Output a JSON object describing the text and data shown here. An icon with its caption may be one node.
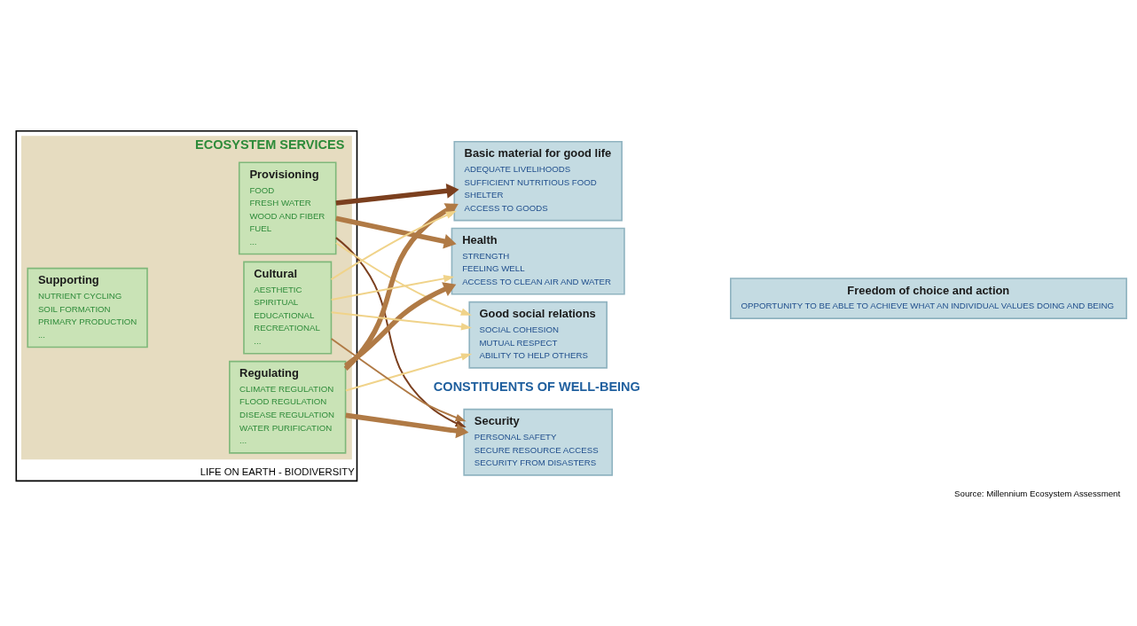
{
  "diagram": {
    "caption": "Source: Millennium Ecosystem Assessment",
    "nodes": [
      {
        "text": [
          "LIFE ON EARTH - BIODIVERSITY"
        ]
      },
      {
        "text": [
          "ECOSYSTEM SERVICES"
        ],
        "in": 0
      },
      {
        "text": [
          "Supporting",
          "NUTRIENT CYCLING",
          "SOIL FORMATION",
          "PRIMARY PRODUCTION",
          "..."
        ],
        "in": 1
      },
      {
        "text": [
          "Provisioning",
          "FOOD",
          "FRESH WATER",
          "WOOD AND FIBER",
          "FUEL",
          "..."
        ],
        "in": 1
      },
      {
        "text": [
          "Regulating",
          "CLIMATE REGULATION",
          "FLOOD REGULATION",
          "DISEASE REGULATION",
          "WATER PURIFICATION",
          "..."
        ],
        "in": 1
      },
      {
        "text": [
          "Cultural",
          "AESTHETIC",
          "SPIRITUAL",
          "EDUCATIONAL",
          "RECREATIONAL",
          "..."
        ],
        "in": 1
      },
      {
        "text": [
          "Security",
          "PERSONAL SAFETY",
          "SECURE RESOURCE ACCESS",
          "SECURITY FROM DISASTERS"
        ]
      },
      {
        "text": [
          "Basic material for good life",
          "ADEQUATE LIVELIHOODS",
          "SUFFICIENT NUTRITIOUS FOOD",
          "SHELTER",
          "ACCESS TO GOODS"
        ]
      },
      {
        "text": [
          "Health",
          "STRENGTH",
          "FEELING WELL",
          "ACCESS TO CLEAN AIR AND WATER"
        ]
      },
      {
        "text": [
          "Good social relations",
          "SOCIAL COHESION",
          "MUTUAL RESPECT",
          "ABILITY TO HELP OTHERS"
        ]
      },
      {
        "text": [
          "Freedom of choice and action",
          "OPPORTUNITY TO BE ABLE TO ACHIEVE WHAT AN INDIVIDUAL VALUES DOING AND BEING"
        ]
      }
    ],
    "edges": [
      {
        "from": 3,
        "to": 6,
        "arrow": "to",
        "color": "#7b3f1e"
      },
      {
        "from": 3,
        "to": 7,
        "arrow": "to",
        "style": "thick",
        "color": "#7b3f1e"
      },
      {
        "from": 3,
        "to": 8,
        "arrow": "to",
        "style": "thick",
        "color": "#b07a45"
      },
      {
        "from": 3,
        "to": 9,
        "arrow": "to",
        "color": "#f0d38a"
      },
      {
        "from": 4,
        "to": 6,
        "arrow": "to",
        "style": "thick",
        "color": "#b07a45"
      },
      {
        "from": 4,
        "to": 7,
        "arrow": "to",
        "style": "thick",
        "color": "#b07a45"
      },
      {
        "from": 4,
        "to": 8,
        "arrow": "to",
        "style": "thick",
        "color": "#b07a45"
      },
      {
        "from": 4,
        "to": 9,
        "arrow": "to",
        "color": "#f0d38a"
      },
      {
        "from": 5,
        "to": 6,
        "arrow": "to",
        "color": "#b07a45"
      },
      {
        "from": 5,
        "to": 7,
        "arrow": "to",
        "color": "#f0d38a"
      },
      {
        "from": 5,
        "to": 8,
        "arrow": "to",
        "color": "#f0d38a"
      },
      {
        "from": 5,
        "to": 9,
        "arrow": "to",
        "color": "#f0d38a"
      }
    ],
    "labels": [
      "CONSTITUENTS OF WELL-BEING"
    ]
  }
}
